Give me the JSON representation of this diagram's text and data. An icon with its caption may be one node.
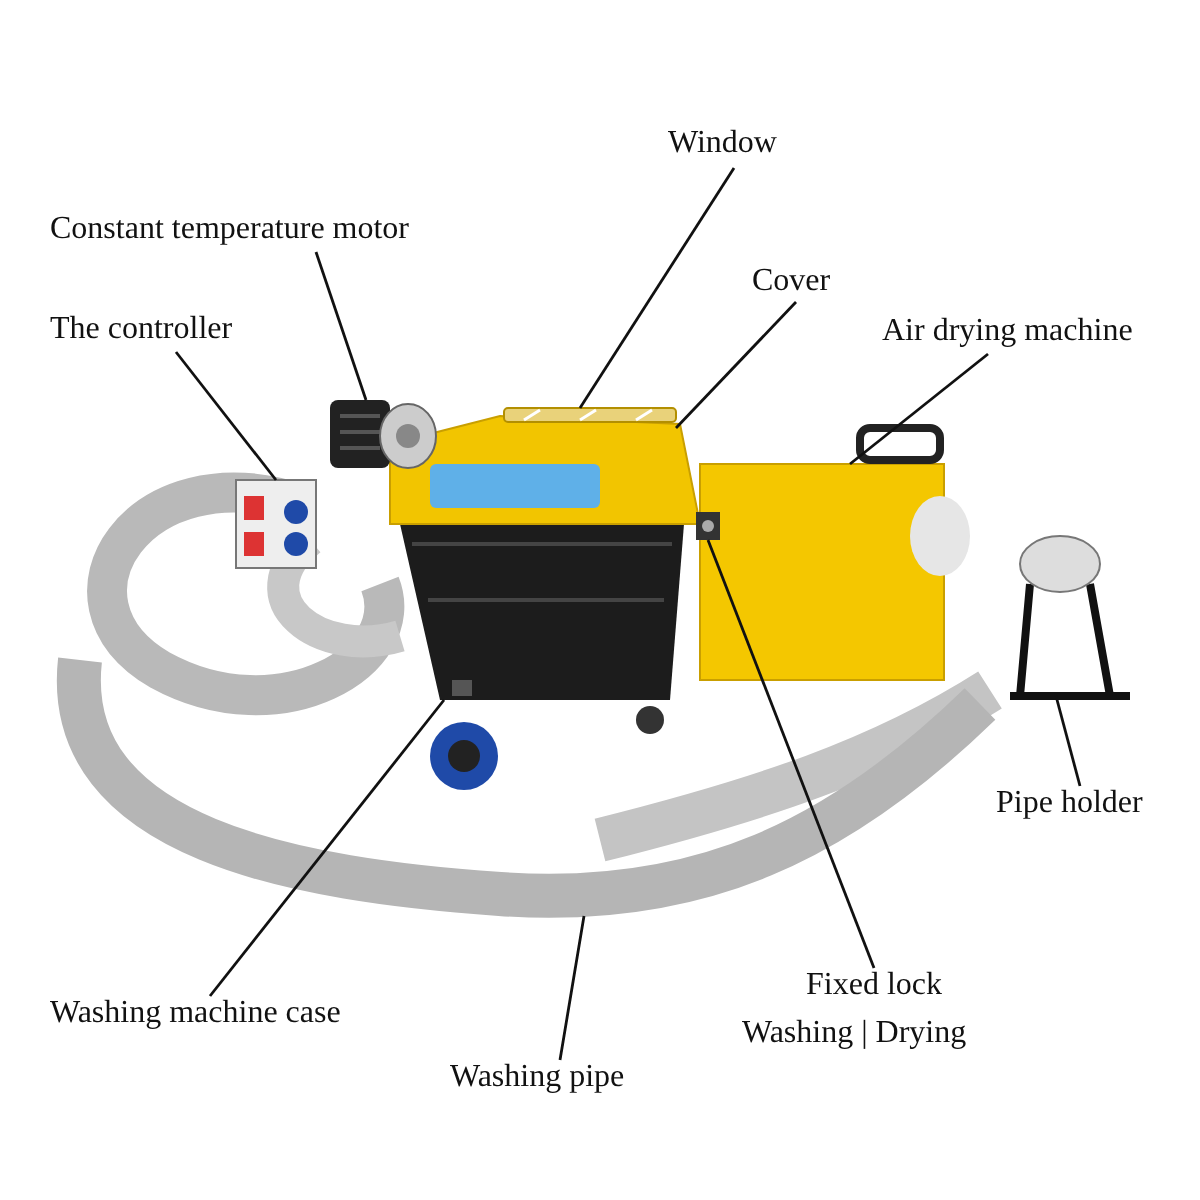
{
  "diagram": {
    "nodes": [
      {
        "text": [
          "Constant temperature motor"
        ]
      },
      {
        "text": [
          "The controller"
        ]
      },
      {
        "text": [
          "Window"
        ]
      },
      {
        "text": [
          "Cover"
        ]
      },
      {
        "text": [
          "Air drying machine"
        ]
      },
      {
        "text": [
          "Pipe holder"
        ]
      },
      {
        "text": [
          "Washing machine case"
        ]
      },
      {
        "text": [
          "Washing pipe"
        ]
      },
      {
        "text": [
          "Fixed lock"
        ]
      },
      {
        "text": [],
        "shape": "picture"
      },
      {
        "text": [],
        "shape": "picture"
      },
      {
        "text": [],
        "shape": "picture"
      },
      {
        "text": [],
        "shape": "picture"
      },
      {
        "text": [],
        "shape": "picture"
      },
      {
        "text": [],
        "shape": "picture"
      },
      {
        "text": [],
        "shape": "picture"
      },
      {
        "text": [],
        "shape": "picture"
      },
      {
        "text": [],
        "shape": "picture"
      }
    ],
    "edges": [
      {
        "from": 0,
        "to": 9,
        "arrow": "none"
      },
      {
        "from": 1,
        "to": 10,
        "arrow": "none"
      },
      {
        "from": 2,
        "to": 11,
        "arrow": "none"
      },
      {
        "from": 3,
        "to": 12,
        "arrow": "none"
      },
      {
        "from": 4,
        "to": 13,
        "arrow": "none"
      },
      {
        "from": 5,
        "to": 14,
        "arrow": "none"
      },
      {
        "from": 6,
        "to": 15,
        "arrow": "none"
      },
      {
        "from": 7,
        "to": 16,
        "arrow": "none"
      },
      {
        "from": 8,
        "to": 17,
        "arrow": "none"
      }
    ],
    "labels": [
      "Washing | Drying"
    ]
  }
}
